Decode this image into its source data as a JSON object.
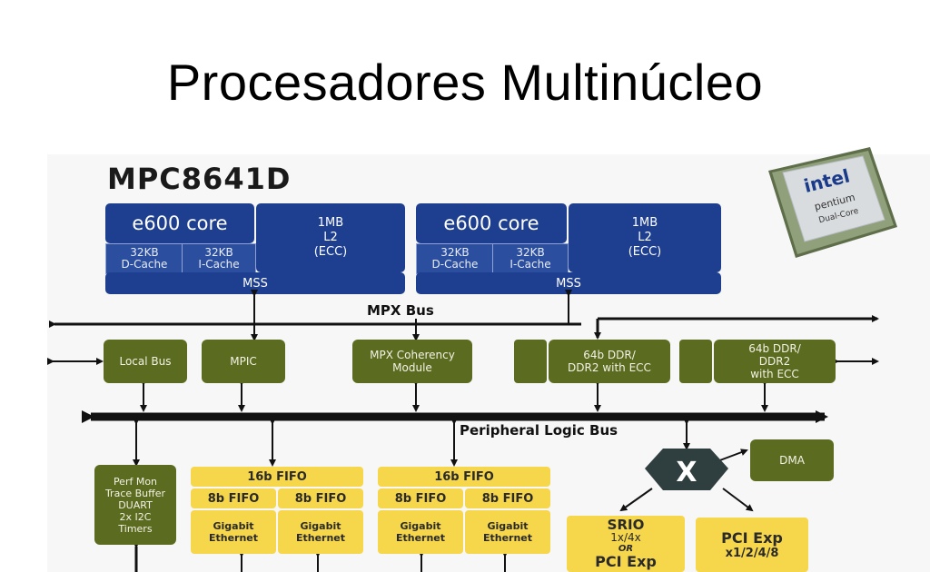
{
  "slide": {
    "title": "Procesadores Multinúcleo"
  },
  "diagram": {
    "chip_name": "MPC8641D",
    "cores": [
      {
        "core_label": "e600 core",
        "dcache": "32KB\nD-Cache",
        "icache": "32KB\nI-Cache",
        "l2": "1MB\nL2\n(ECC)",
        "mss": "MSS"
      },
      {
        "core_label": "e600 core",
        "dcache": "32KB\nD-Cache",
        "icache": "32KB\nI-Cache",
        "l2": "1MB\nL2\n(ECC)",
        "mss": "MSS"
      }
    ],
    "buses": {
      "mpx": "MPX Bus",
      "peripheral": "Peripheral Logic Bus"
    },
    "olive_blocks": {
      "local_bus": "Local Bus",
      "mpic": "MPIC",
      "mpx_coherency": "MPX Coherency\nModule",
      "ddr1": "64b DDR/\nDDR2 with ECC",
      "ddr2": "64b DDR/\nDDR2\nwith ECC",
      "perf_mon": "Perf Mon\nTrace Buffer\nDUART\n2x I2C\nTimers",
      "dma": "DMA"
    },
    "ethernet_groups": [
      {
        "fifo16": "16b FIFO",
        "fifo8a": "8b FIFO",
        "fifo8b": "8b FIFO",
        "eth_a": "Gigabit\nEthernet",
        "eth_b": "Gigabit\nEthernet"
      },
      {
        "fifo16": "16b FIFO",
        "fifo8a": "8b FIFO",
        "fifo8b": "8b FIFO",
        "eth_a": "Gigabit\nEthernet",
        "eth_b": "Gigabit\nEthernet"
      }
    ],
    "srio": {
      "title": "SRIO",
      "line1": "1x/4x",
      "line2": "OR",
      "line3": "PCI Exp"
    },
    "pci_exp": {
      "title": "PCI Exp",
      "line1": "x1/2/4/8"
    }
  },
  "intel_chip": {
    "brand": "intel",
    "product": "pentium",
    "variant": "Dual-Core"
  },
  "colors": {
    "core_blue": "#1e3f8f",
    "block_olive": "#5b6b1f",
    "block_yellow": "#f6d64b",
    "crossbar_dark": "#2f3f3f"
  }
}
